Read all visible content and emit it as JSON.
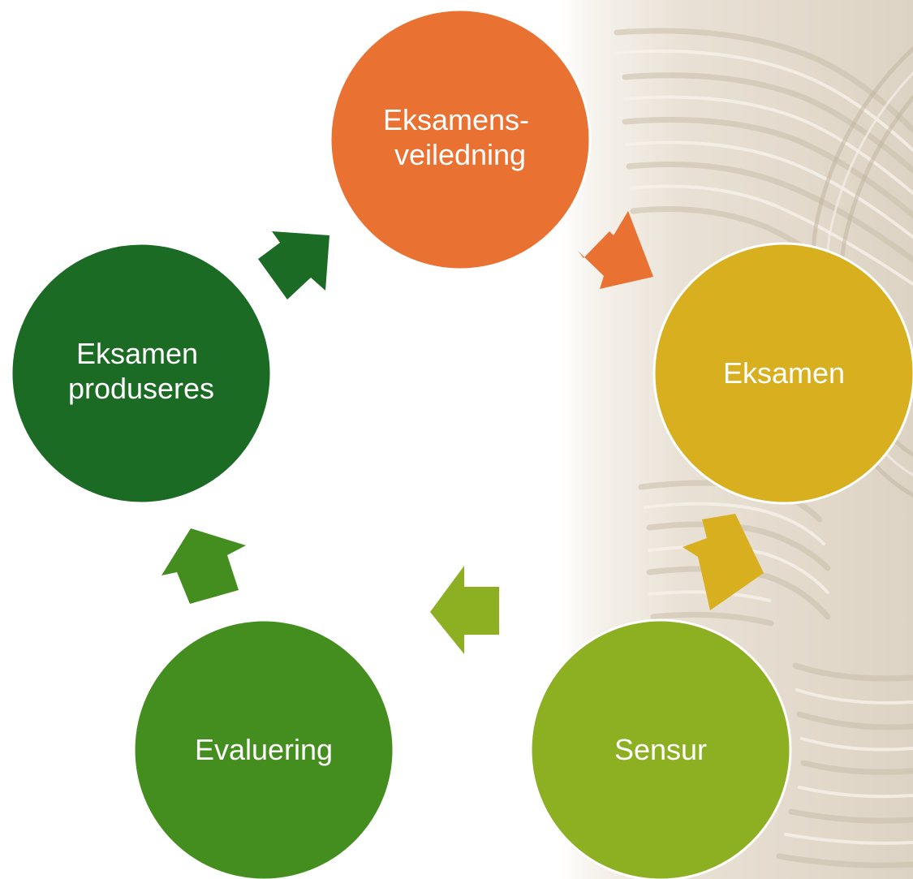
{
  "diagram": {
    "type": "cycle",
    "nodes": [
      {
        "id": "veiledning",
        "lines": [
          "Eksamens-",
          "veiledning"
        ],
        "color": "#E97132"
      },
      {
        "id": "eksamen",
        "lines": [
          "Eksamen"
        ],
        "color": "#D7AF1F"
      },
      {
        "id": "sensur",
        "lines": [
          "Sensur"
        ],
        "color": "#8DB022"
      },
      {
        "id": "evaluering",
        "lines": [
          "Evaluering"
        ],
        "color": "#438E1E"
      },
      {
        "id": "produseres",
        "lines": [
          "Eksamen",
          "produseres"
        ],
        "color": "#1B6B25"
      }
    ],
    "arrows": [
      {
        "from": "veiledning",
        "to": "eksamen",
        "color": "#E97132"
      },
      {
        "from": "eksamen",
        "to": "sensur",
        "color": "#D7AF1F"
      },
      {
        "from": "sensur",
        "to": "evaluering",
        "color": "#8DB022"
      },
      {
        "from": "evaluering",
        "to": "produseres",
        "color": "#438E1E"
      },
      {
        "from": "produseres",
        "to": "veiledning",
        "color": "#1B6B25"
      }
    ],
    "node_outline_color": "#ffffff"
  }
}
